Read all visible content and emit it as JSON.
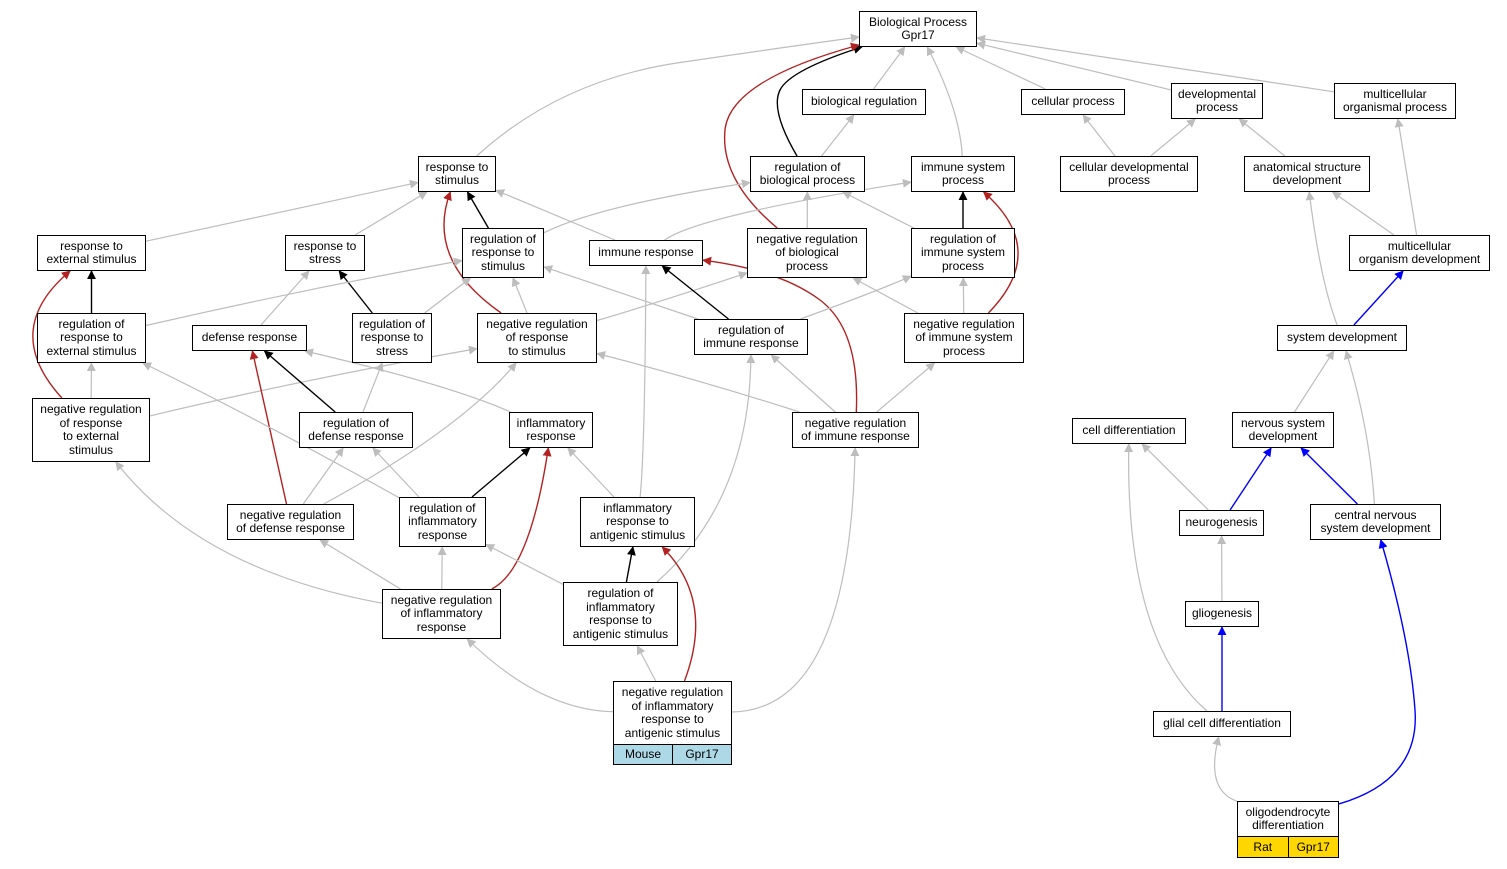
{
  "colors": {
    "default_edge": "#bdbdbd",
    "is_a_primary": "#000000",
    "negative_regulation": "#b22222",
    "part_of_path": "#0000ff",
    "mouse_tag": "#add8e6",
    "rat_tag": "#ffd700"
  },
  "nodes": {
    "bp": "Biological Process\nGpr17",
    "biological_regulation": "biological regulation",
    "cellular_process": "cellular process",
    "developmental_process": "developmental\nprocess",
    "multicellular_organismal_process": "multicellular\norganismal process",
    "response_to_stimulus": "response to\nstimulus",
    "regulation_of_biological_process": "regulation of\nbiological process",
    "immune_system_process": "immune system\nprocess",
    "cellular_developmental_process": "cellular developmental\nprocess",
    "anatomical_structure_development": "anatomical structure\ndevelopment",
    "response_to_external_stimulus": "response to\nexternal stimulus",
    "response_to_stress": "response to\nstress",
    "regulation_of_response_to_stimulus": "regulation of\nresponse to\nstimulus",
    "immune_response": "immune response",
    "negative_regulation_of_biological_process": "negative regulation\nof biological\nprocess",
    "regulation_of_immune_system_process": "regulation of\nimmune system\nprocess",
    "multicellular_organism_development": "multicellular\norganism development",
    "regulation_of_response_to_external_stimulus": "regulation of\nresponse to\nexternal stimulus",
    "defense_response": "defense response",
    "regulation_of_response_to_stress": "regulation of\nresponse to\nstress",
    "negative_regulation_of_response_to_stimulus": "negative regulation\nof response\nto stimulus",
    "regulation_of_immune_response": "regulation of\nimmune response",
    "negative_regulation_of_immune_system_process": "negative regulation\nof immune system\nprocess",
    "system_development": "system development",
    "negative_regulation_of_response_to_external_stimulus": "negative regulation\nof response\nto external\nstimulus",
    "regulation_of_defense_response": "regulation of\ndefense response",
    "inflammatory_response": "inflammatory\nresponse",
    "negative_regulation_of_immune_response": "negative regulation\nof immune response",
    "cell_differentiation": "cell differentiation",
    "nervous_system_development": "nervous system\ndevelopment",
    "negative_regulation_of_defense_response": "negative regulation\nof defense response",
    "regulation_of_inflammatory_response": "regulation of\ninflammatory\nresponse",
    "inflammatory_response_to_antigenic_stimulus": "inflammatory\nresponse to\nantigenic stimulus",
    "neurogenesis": "neurogenesis",
    "central_nervous_system_development": "central nervous\nsystem development",
    "negative_regulation_of_inflammatory_response": "negative regulation\nof inflammatory\nresponse",
    "regulation_of_inflammatory_response_to_antigenic_stimulus": "regulation of\ninflammatory\nresponse to\nantigenic stimulus",
    "gliogenesis": "gliogenesis",
    "negative_regulation_of_inflammatory_response_to_antigenic_stimulus": "negative regulation\nof inflammatory\nresponse to\nantigenic stimulus",
    "glial_cell_differentiation": "glial cell differentiation",
    "oligodendrocyte_differentiation": "oligodendrocyte\ndifferentiation"
  },
  "tags": {
    "mouse": {
      "species": "Mouse",
      "gene": "Gpr17"
    },
    "rat": {
      "species": "Rat",
      "gene": "Gpr17"
    }
  }
}
